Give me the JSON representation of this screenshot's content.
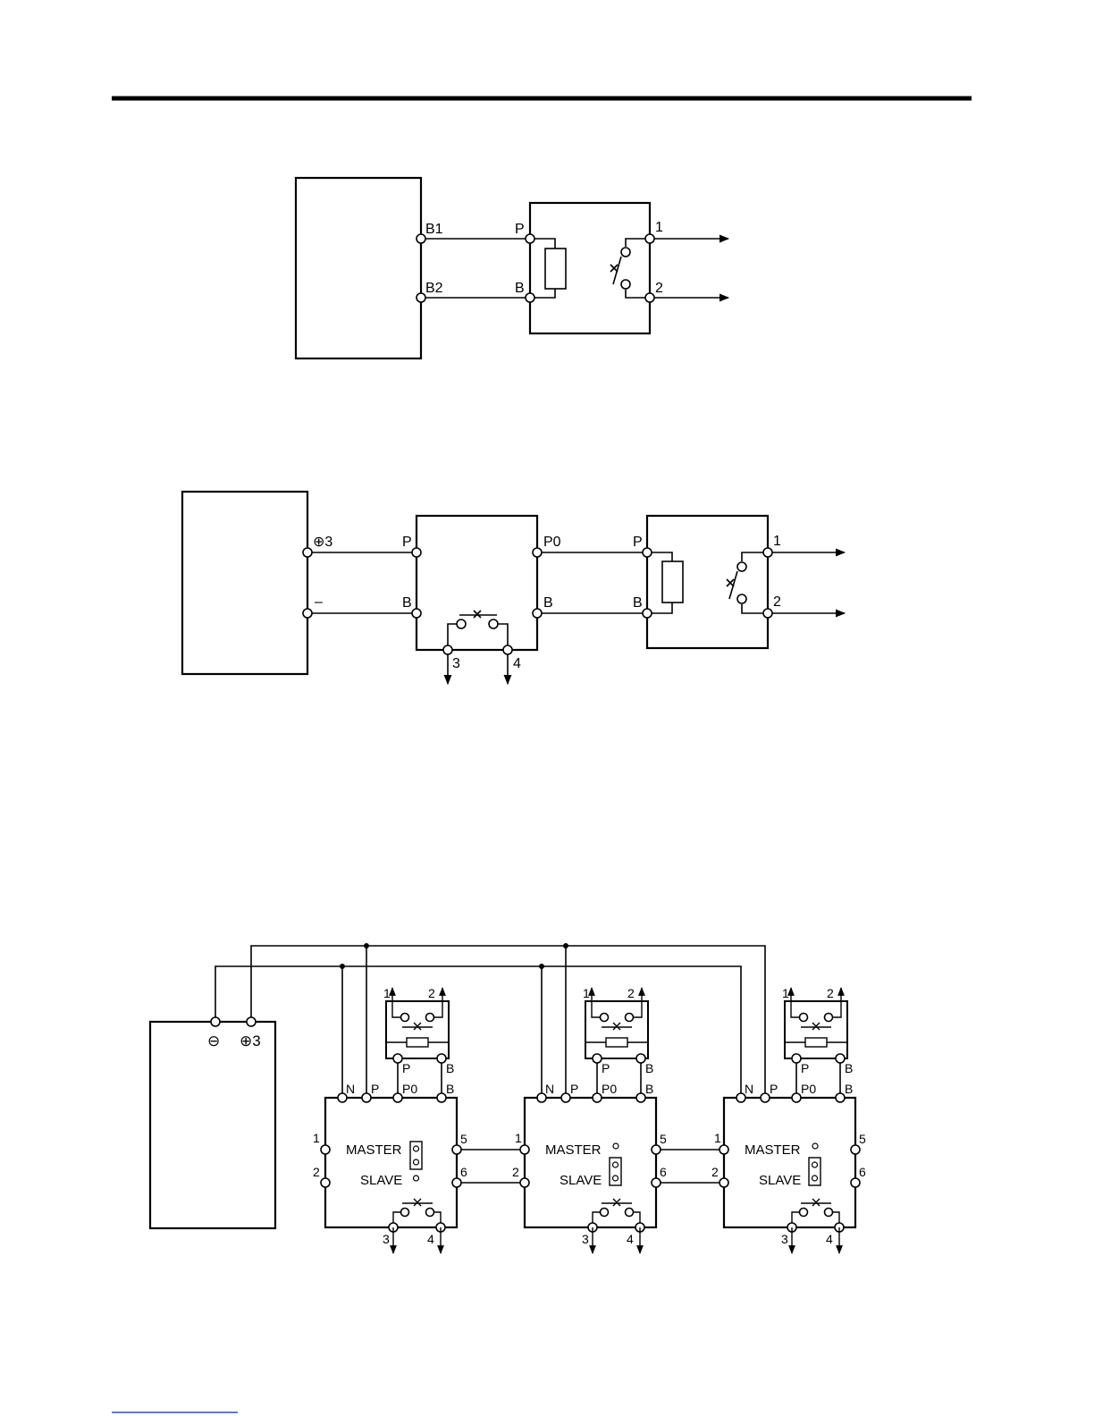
{
  "diagram1": {
    "terminals": {
      "b1": "B1",
      "b2": "B2",
      "p": "P",
      "b": "B",
      "out1": "1",
      "out2": "2"
    }
  },
  "diagram2": {
    "terminals": {
      "plus3": "⊕3",
      "minus": "–",
      "u1_p": "P",
      "u1_b": "B",
      "u1_p0": "P0",
      "u1_b_out": "B",
      "u1_3": "3",
      "u1_4": "4",
      "r_p": "P",
      "r_b": "B",
      "r_1": "1",
      "r_2": "2"
    }
  },
  "diagram3": {
    "source": {
      "minus": "⊖",
      "plus3": "⊕3"
    },
    "units": [
      {
        "n": "N",
        "p": "P",
        "p0": "P0",
        "b": "B",
        "master": "MASTER",
        "slave": "SLAVE",
        "l1": "1",
        "l2": "2",
        "r5": "5",
        "r6": "6",
        "t3": "3",
        "t4": "4",
        "res_p": "P",
        "res_b": "B",
        "res_1": "1",
        "res_2": "2",
        "jumper": "MASTER"
      },
      {
        "n": "N",
        "p": "P",
        "p0": "P0",
        "b": "B",
        "master": "MASTER",
        "slave": "SLAVE",
        "l1": "1",
        "l2": "2",
        "r5": "5",
        "r6": "6",
        "t3": "3",
        "t4": "4",
        "res_p": "P",
        "res_b": "B",
        "res_1": "1",
        "res_2": "2",
        "jumper": "SLAVE"
      },
      {
        "n": "N",
        "p": "P",
        "p0": "P0",
        "b": "B",
        "master": "MASTER",
        "slave": "SLAVE",
        "l1": "1",
        "l2": "2",
        "r5": "5",
        "r6": "6",
        "t3": "3",
        "t4": "4",
        "res_p": "P",
        "res_b": "B",
        "res_1": "1",
        "res_2": "2",
        "jumper": "SLAVE"
      }
    ]
  }
}
